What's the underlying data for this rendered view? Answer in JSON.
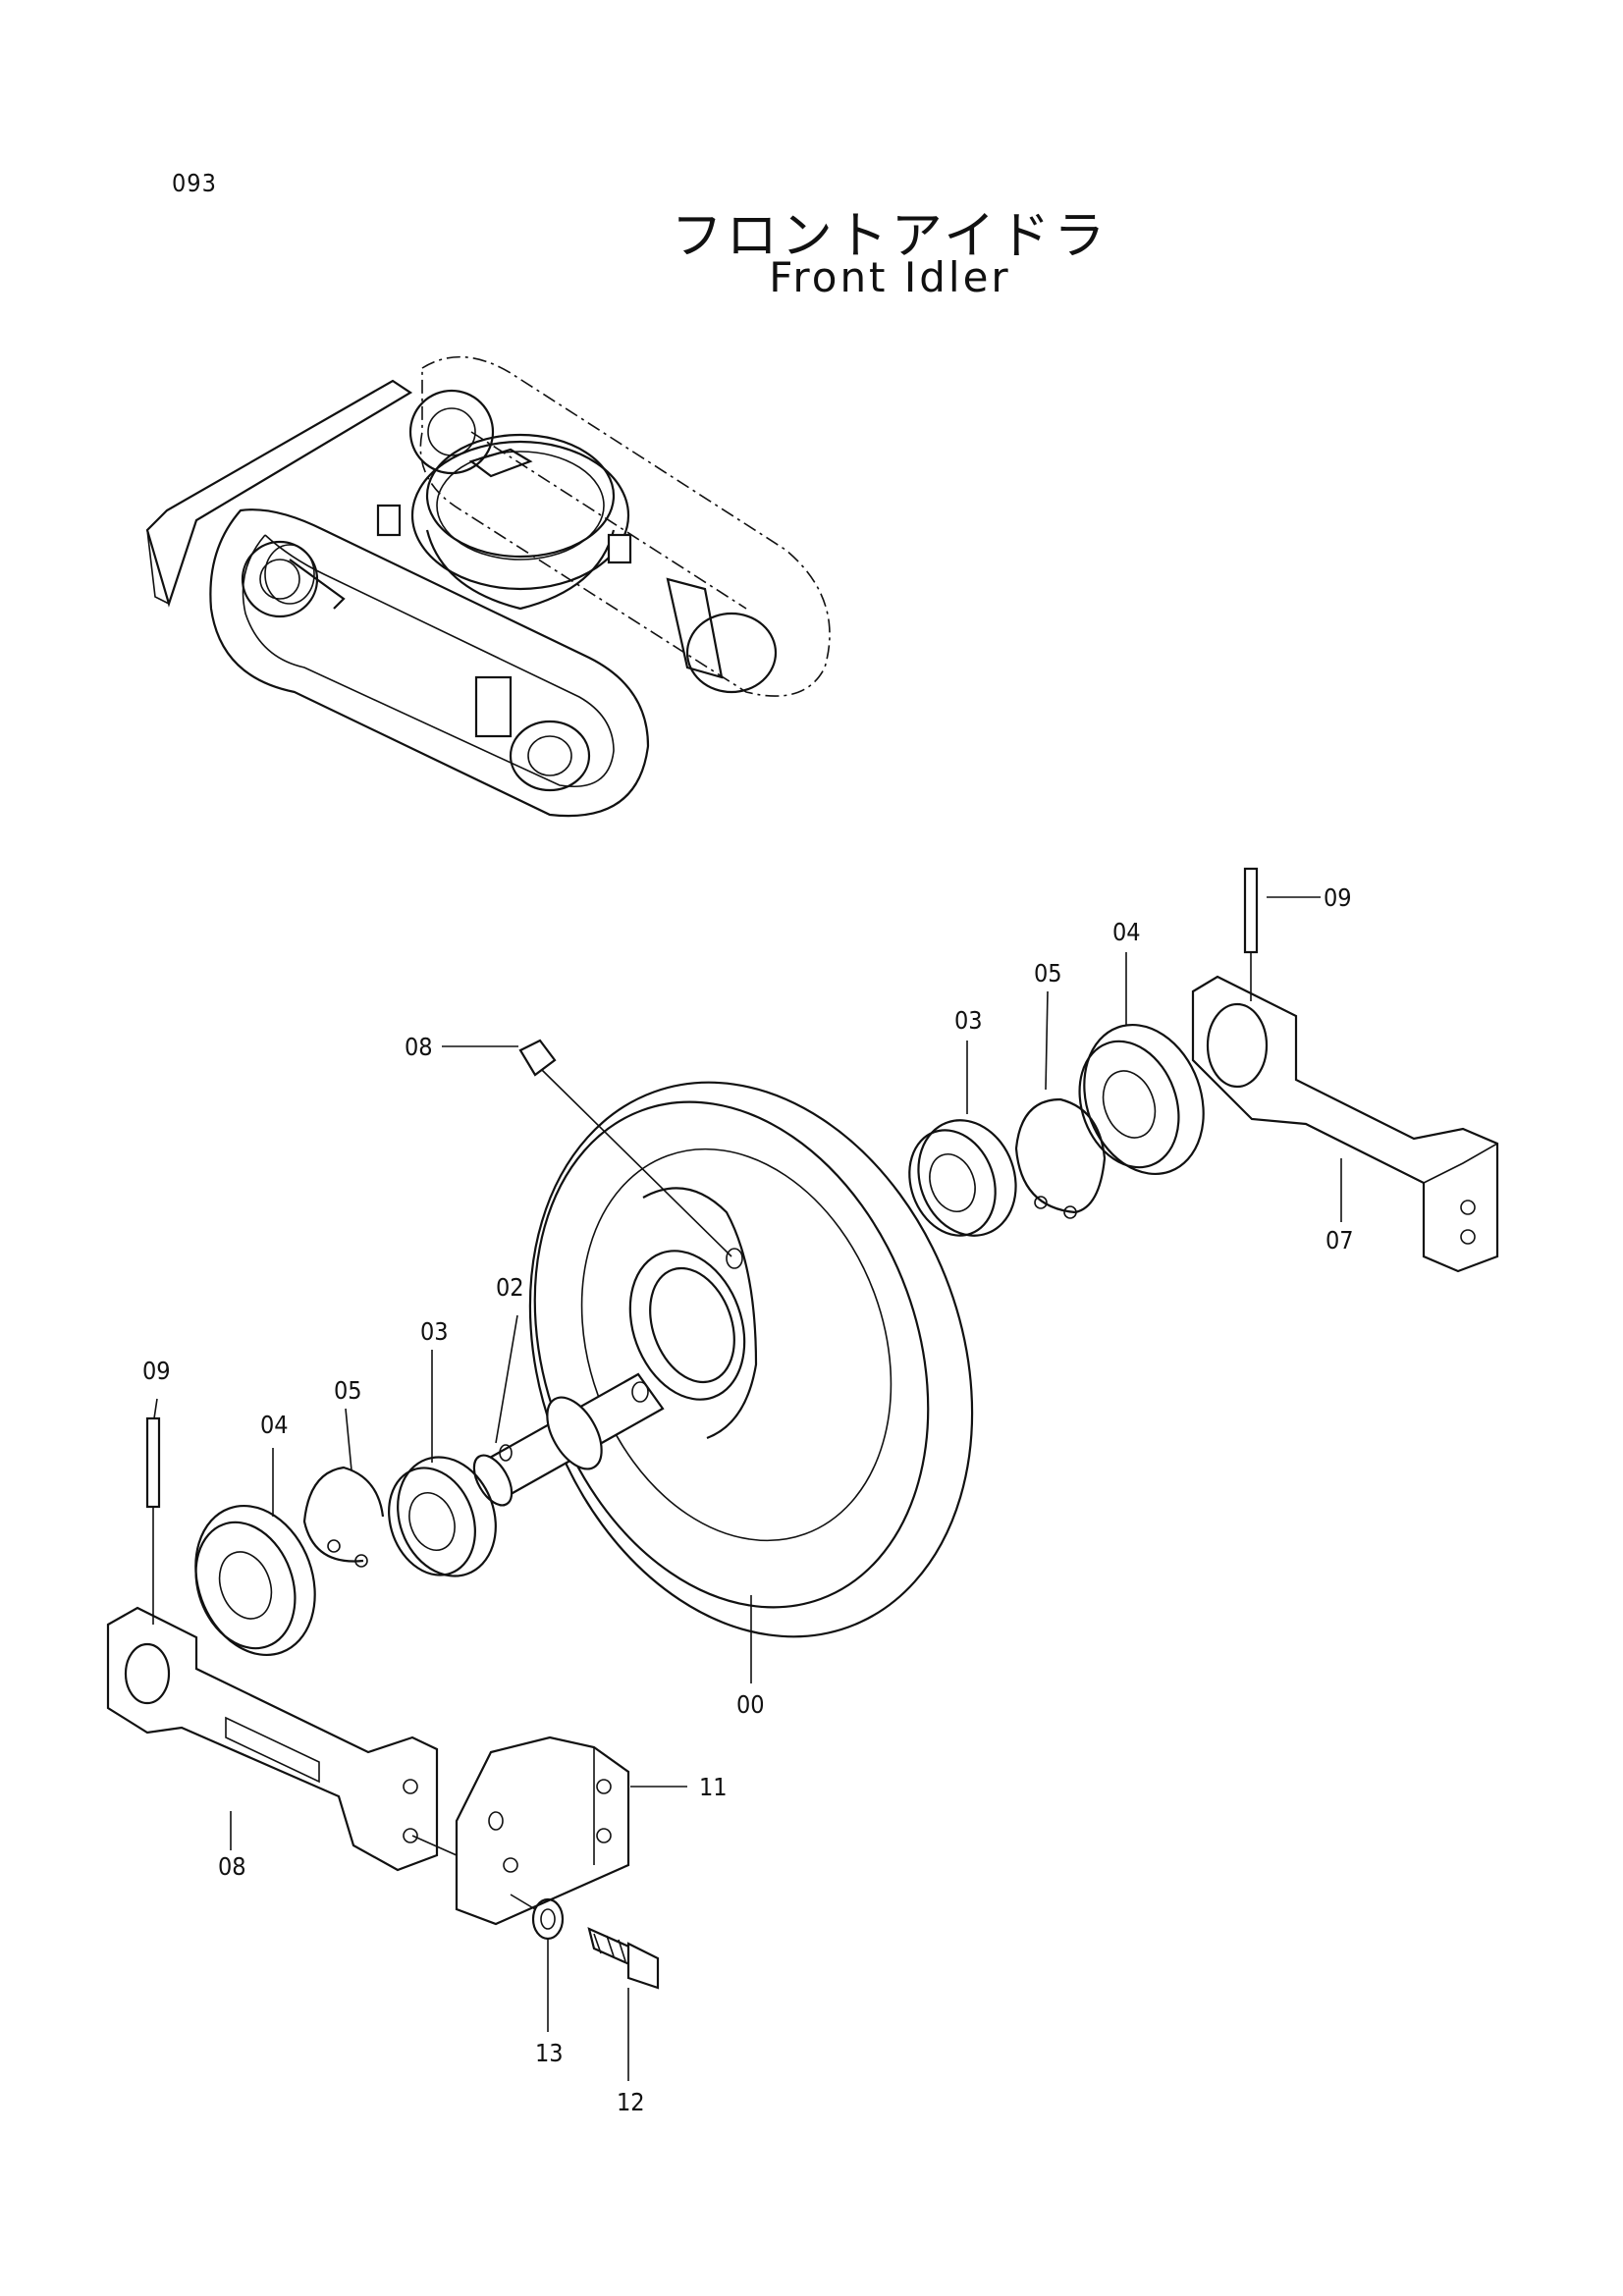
{
  "header": {
    "page_number": "093",
    "title_ja": "フロントアイドラ",
    "title_en": "Front Idler"
  },
  "callouts": [
    {
      "id": "c00",
      "text": "00"
    },
    {
      "id": "c02",
      "text": "02"
    },
    {
      "id": "c03a",
      "text": "03"
    },
    {
      "id": "c03b",
      "text": "03"
    },
    {
      "id": "c04a",
      "text": "04"
    },
    {
      "id": "c04b",
      "text": "04"
    },
    {
      "id": "c05a",
      "text": "05"
    },
    {
      "id": "c05b",
      "text": "05"
    },
    {
      "id": "c07",
      "text": "07"
    },
    {
      "id": "c08a",
      "text": "08"
    },
    {
      "id": "c08b",
      "text": "08"
    },
    {
      "id": "c09a",
      "text": "09"
    },
    {
      "id": "c09b",
      "text": "09"
    },
    {
      "id": "c11",
      "text": "11"
    },
    {
      "id": "c12",
      "text": "12"
    },
    {
      "id": "c13",
      "text": "13"
    }
  ]
}
